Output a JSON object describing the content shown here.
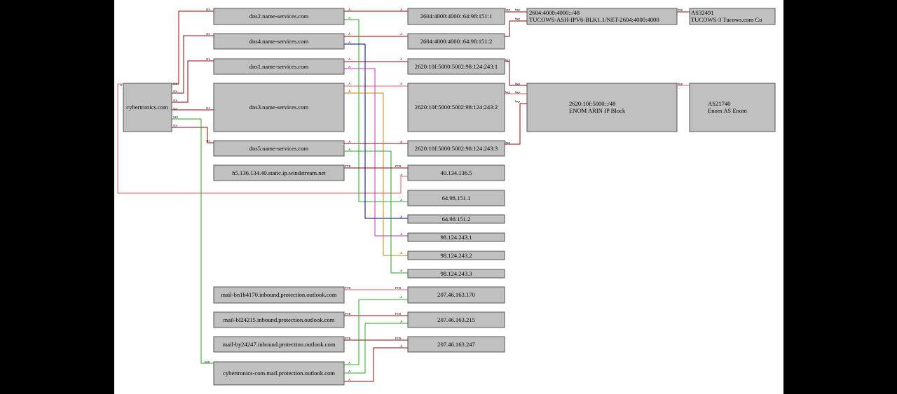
{
  "colors": {
    "page": "#000000",
    "canvas": "#ffffff",
    "node_fill": "#c0c0c0",
    "node_stroke": "#555555",
    "red": "#990000",
    "light_red": "#e06060",
    "green": "#22aa22",
    "blue": "#000080",
    "purple": "#bb33bb",
    "orange": "#cc8800"
  },
  "nodes": {
    "cybertronics": "cybertronics.com",
    "dns2": "dns2.name-services.com",
    "dns4": "dns4.name-services.com",
    "dns1": "dns1.name-services.com",
    "dns3": "dns3.name-services.com",
    "dns5": "dns5.name-services.com",
    "h5": "h5.136.134.40.static.ip.windstream.net",
    "mx1": "mail-bn1b4170.inbound.protection.outlook.com",
    "mx2": "mail-bl24215.inbound.protection.outlook.com",
    "mx3": "mail-by24247.inbound.protection.outlook.com",
    "mx4": "cybertronics-com.mail.protection.outlook.com",
    "v6_1": "2604:4000:4000::64:98:151:1",
    "v6_2": "2604:4000:4000::64:98:151:2",
    "v6_3": "2620:10f:5000:5002:98:124:243:1",
    "v6_4": "2620:10f:5000:5002:98:124:243:2",
    "v6_5": "2620:10f:5000:5002:98:124:243:3",
    "ip_40": "40.134.136.5",
    "ip_64_1": "64.98.151.1",
    "ip_64_2": "64.98.151.2",
    "ip_98_1": "98.124.243.1",
    "ip_98_2": "98.124.243.2",
    "ip_98_3": "98.124.243.3",
    "ip_207_170": "207.46.163.170",
    "ip_207_215": "207.46.163.215",
    "ip_207_247": "207.46.163.247",
    "net_tucows_1": "2604:4000:4000::/48",
    "net_tucows_2": "TUCOWS-ASH-IPV6-BLK1.1/NET-2604:4000:4000",
    "net_enom_1": "2620:10f:5000::/48",
    "net_enom_2": "ENOM ARIN IP Block",
    "as_tucows_1": "AS32491",
    "as_tucows_2": "TUCOWS-3 Tucows.com Co",
    "as_enom_1": "AS21740",
    "as_enom_2": "Enom AS Enom"
  },
  "edge_labels": {
    "ns": "NS",
    "mx": "MX",
    "a": "A",
    "ptr": "PTR",
    "bgp": "bgp"
  }
}
